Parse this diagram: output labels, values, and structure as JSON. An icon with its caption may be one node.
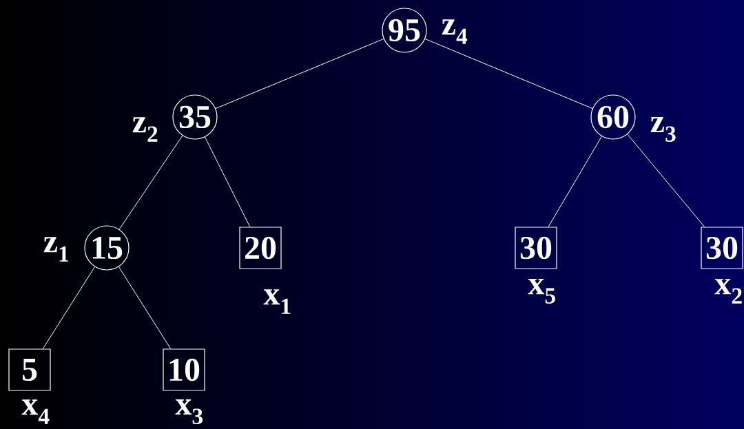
{
  "diagram": {
    "nodes": [
      {
        "text": [
          "95"
        ],
        "beside": [
          "z$_{4}$"
        ]
      },
      {
        "text": [
          "35"
        ],
        "beside": [
          "z$_{2}$"
        ]
      },
      {
        "text": [
          "60"
        ],
        "beside": [
          "z$_{3}$"
        ]
      },
      {
        "text": [
          "15"
        ],
        "beside": [
          "z$_{1}$"
        ]
      },
      {
        "text": [
          "20"
        ],
        "beside": [
          "x$_{1}$"
        ]
      },
      {
        "text": [
          "30"
        ],
        "beside": [
          "x$_{5}$"
        ]
      },
      {
        "text": [
          "30"
        ],
        "beside": [
          "x$_{2}$"
        ]
      },
      {
        "text": [
          "5"
        ],
        "beside": [
          "x$_{4}$"
        ]
      },
      {
        "text": [
          "10"
        ],
        "beside": [
          "x$_{3}$"
        ]
      }
    ],
    "edges": [
      {
        "from": 0,
        "to": 1,
        "arrow": "none"
      },
      {
        "from": 0,
        "to": 2,
        "arrow": "none"
      },
      {
        "from": 1,
        "to": 3,
        "arrow": "none"
      },
      {
        "from": 1,
        "to": 4,
        "arrow": "none"
      },
      {
        "from": 2,
        "to": 5,
        "arrow": "none"
      },
      {
        "from": 2,
        "to": 6,
        "arrow": "none"
      },
      {
        "from": 3,
        "to": 7,
        "arrow": "none"
      },
      {
        "from": 3,
        "to": 8,
        "arrow": "none"
      }
    ]
  }
}
